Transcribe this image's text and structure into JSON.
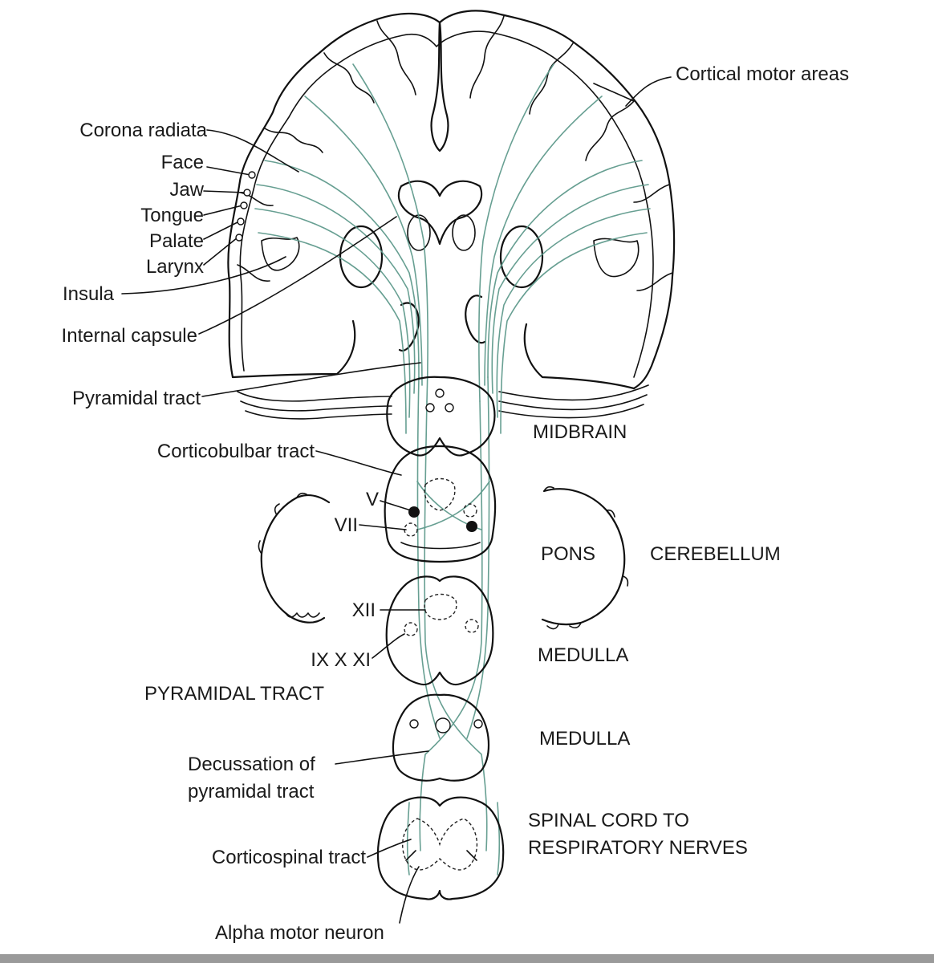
{
  "diagram": {
    "labels": {
      "cortical_motor_areas": "Cortical motor areas",
      "corona_radiata": "Corona radiata",
      "face": "Face",
      "jaw": "Jaw",
      "tongue": "Tongue",
      "palate": "Palate",
      "larynx": "Larynx",
      "insula": "Insula",
      "internal_capsule": "Internal capsule",
      "pyramidal_tract": "Pyramidal tract",
      "midbrain": "MIDBRAIN",
      "corticobulbar_tract": "Corticobulbar tract",
      "nerve_v": "V",
      "nerve_vii": "VII",
      "pons": "PONS",
      "cerebellum": "CEREBELLUM",
      "nerve_xii": "XII",
      "nerves_ix_x_xi": "IX X XI",
      "medulla_upper": "MEDULLA",
      "pyramidal_tract_caps": "PYRAMIDAL TRACT",
      "medulla_lower": "MEDULLA",
      "decussation_line1": "Decussation of",
      "decussation_line2": "pyramidal tract",
      "spinal_cord_line1": "SPINAL CORD TO",
      "spinal_cord_line2": "RESPIRATORY NERVES",
      "corticospinal_tract": "Corticospinal tract",
      "alpha_motor_neuron": "Alpha motor neuron"
    },
    "colors": {
      "fiber": "#5f9a8c",
      "outline": "#111111",
      "frame": "#9a9a9a"
    }
  }
}
